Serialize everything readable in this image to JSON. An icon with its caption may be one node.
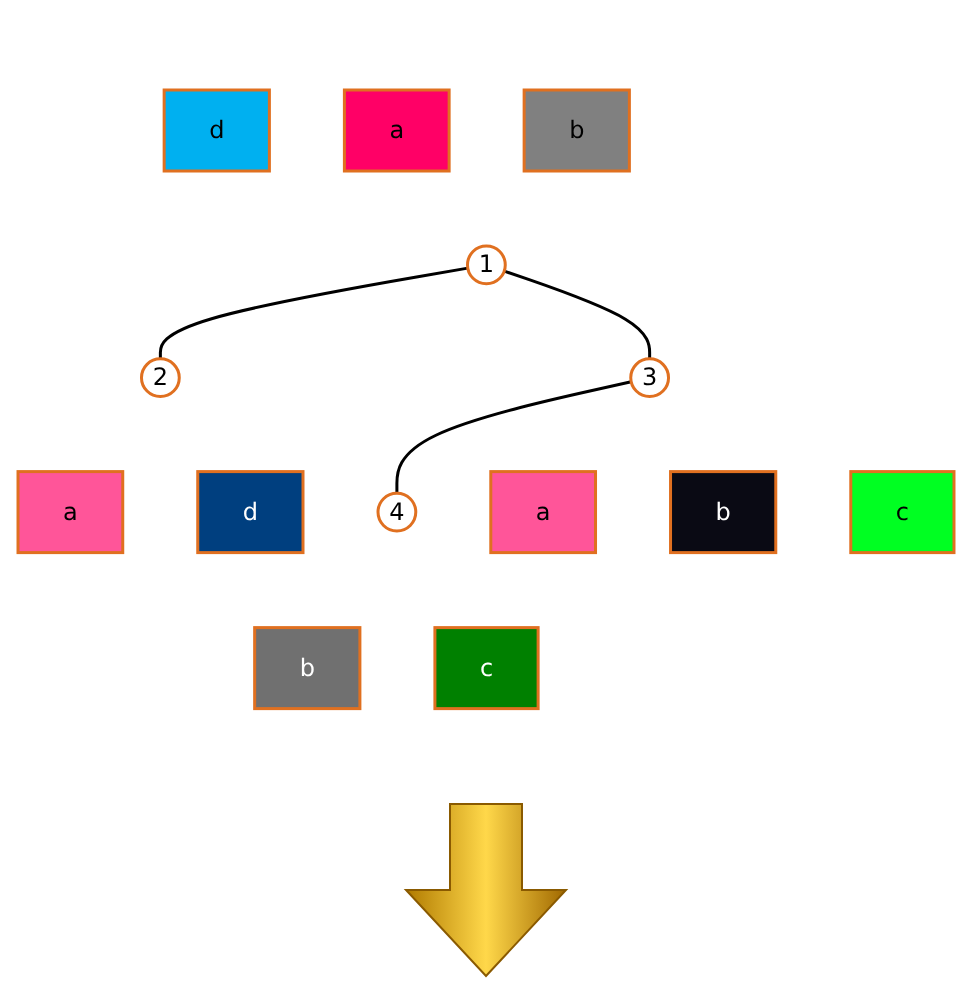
{
  "diagram": {
    "nodes": [
      {
        "text": [
          "d"
        ]
      },
      {
        "text": [
          "a"
        ]
      },
      {
        "text": [
          "b"
        ]
      },
      {
        "text": [
          "1"
        ]
      },
      {
        "text": [
          "a"
        ]
      },
      {
        "text": [
          "b"
        ]
      },
      {
        "text": [
          "c"
        ]
      },
      {
        "text": [
          "2"
        ]
      },
      {
        "text": [
          "3"
        ]
      },
      {
        "text": [
          "a"
        ]
      },
      {
        "text": [
          "d"
        ]
      },
      {
        "text": [
          "4"
        ]
      },
      {
        "text": [
          "b"
        ]
      },
      {
        "text": [
          "c"
        ]
      }
    ],
    "edges": [
      {
        "from": 3,
        "to": 7,
        "arrow": "none"
      },
      {
        "from": 3,
        "to": 8,
        "arrow": "none"
      },
      {
        "from": 8,
        "to": 11,
        "arrow": "none"
      }
    ]
  }
}
